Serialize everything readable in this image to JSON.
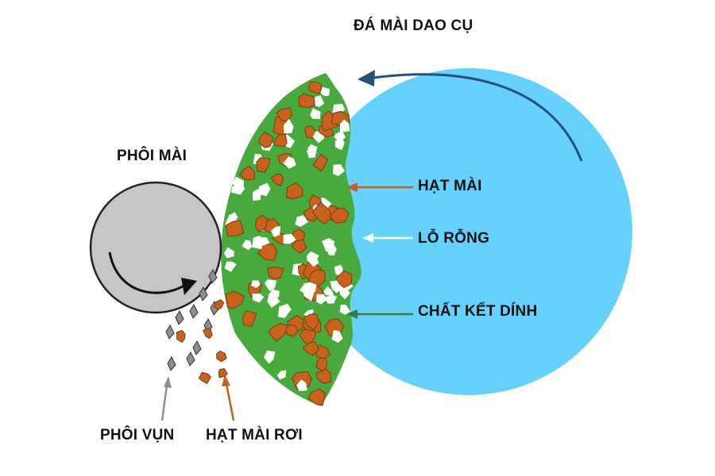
{
  "labels": {
    "wheel": "ĐÁ MÀI DAO CỤ",
    "workpiece": "PHÔI MÀI",
    "grain": "HẠT MÀI",
    "pore": "LỖ RỖNG",
    "bond": "CHẤT KẾT DÍNH",
    "chips": "PHÔI VỤN",
    "falling_grains": "HẠT MÀI RƠI"
  },
  "colors": {
    "wheel": "#66d1fc",
    "bond": "#46ab3c",
    "grain": "#c8611c",
    "pore": "#ffffff",
    "workpiece": "#c6c6c6",
    "chip": "#8e8e8e",
    "arrow_grain": "#c8611c",
    "arrow_bond": "#3f7a3a",
    "arrow_chip": "#8e8e8e",
    "outline": "#222222"
  },
  "icons": [
    "rotation-arrow-icon"
  ]
}
